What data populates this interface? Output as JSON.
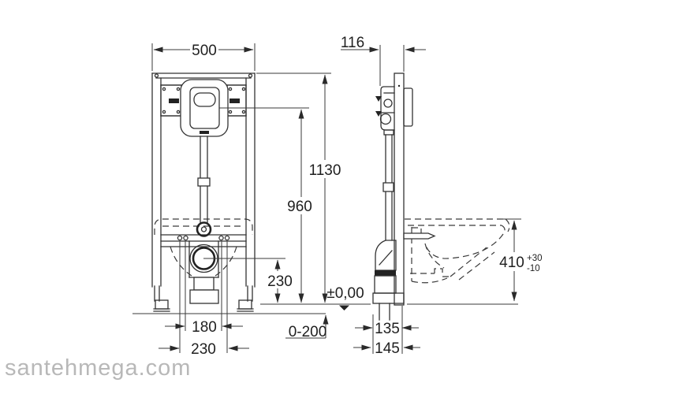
{
  "drawing": {
    "watermark": "santehmega.com",
    "front_view": {
      "width_top": "500",
      "height_total": "1130",
      "height_plate_center": "960",
      "height_outlet": "230",
      "floor_level": "±0,00",
      "feet_adjustment": "0-200",
      "bolt_spacing_inner": "180",
      "bolt_spacing_outer": "230"
    },
    "side_view": {
      "depth_top": "116",
      "bowl_height": "410",
      "bowl_tolerance_plus": "+30",
      "bowl_tolerance_minus": "-10",
      "outlet_offset": "135",
      "supply_offset": "145"
    }
  }
}
